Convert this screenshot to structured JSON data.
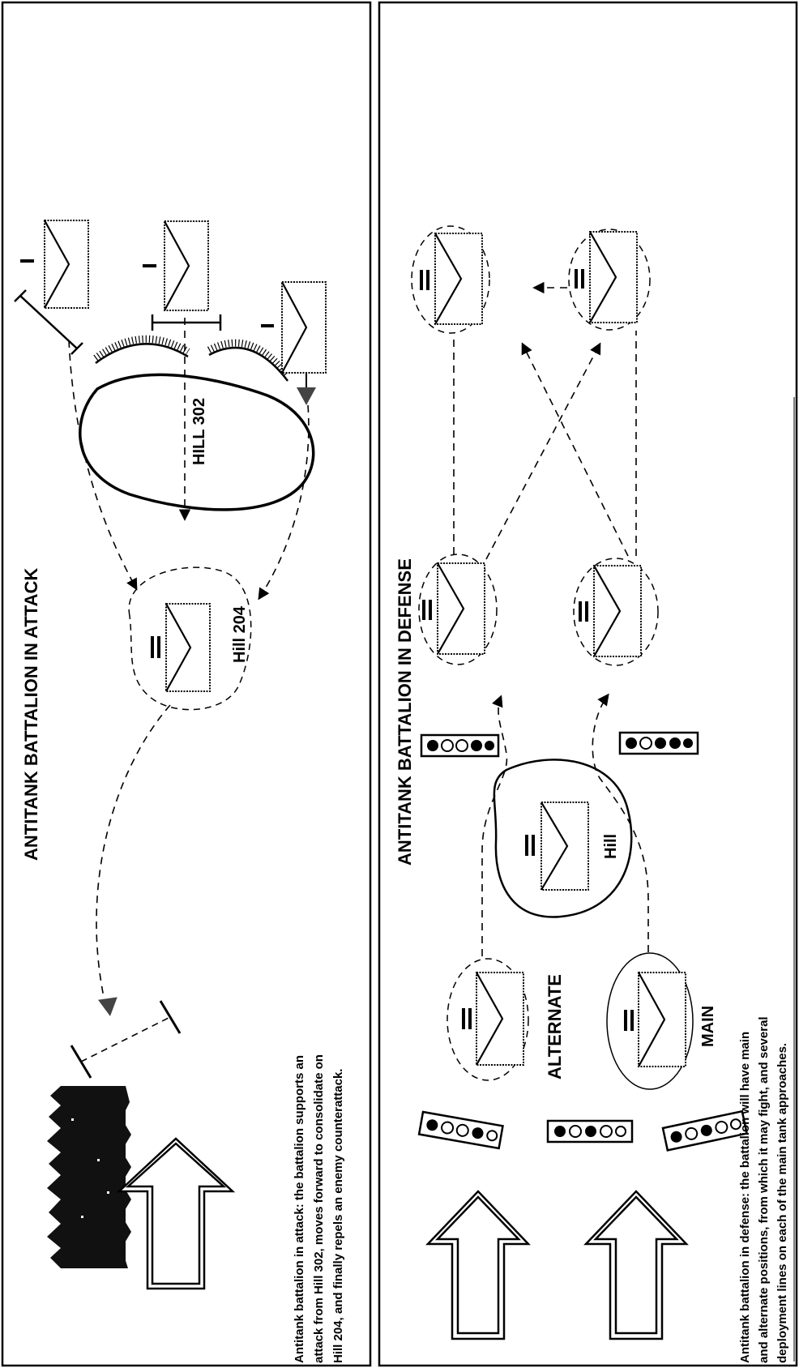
{
  "panels": {
    "attack": {
      "title": "ANTITANK BATTALION IN ATTACK",
      "hill_302_label": "HILL 302",
      "hill_204_label": "Hill 204",
      "caption": [
        "Antitank battalion in attack: the battalion supports an",
        "attack from Hill 302, moves forward to consolidate on",
        "Hill 204, and finally repels an enemy counterattack."
      ]
    },
    "defense": {
      "title": "ANTITANK BATTALION IN DEFENSE",
      "hill_label": "Hill",
      "alternate_label": "ALTERNATE",
      "main_label": "MAIN",
      "caption": [
        "Antitank battalion in defense: the battalion will have main",
        "and alternate positions, from which it may fight, and several",
        "deployment lines on each of the main tank approaches."
      ]
    }
  },
  "symbols": {
    "battalion_echelon": "II",
    "company_echelon": "I",
    "unit_icon": "antitank-unit-icon",
    "enemy_tank_icon": "enemy-tank-column-icon",
    "axis_icon": "axis-of-advance-arrow-icon",
    "forest_icon": "forest-icon"
  }
}
